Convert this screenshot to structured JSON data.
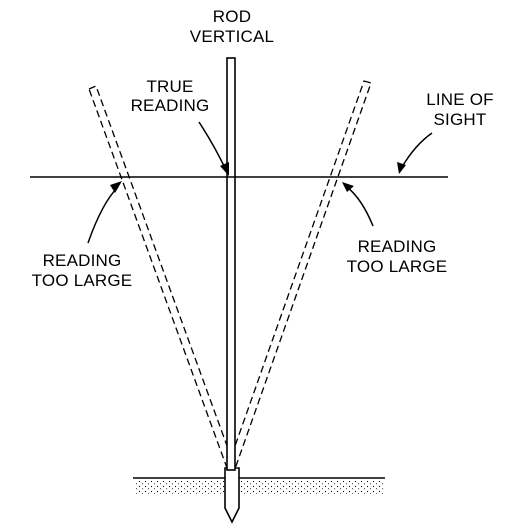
{
  "labels": {
    "rod_vertical": [
      "ROD",
      "VERTICAL"
    ],
    "true_reading": [
      "TRUE",
      "READING"
    ],
    "line_of_sight": [
      "LINE OF",
      "SIGHT"
    ],
    "reading_too_large_left": [
      "READING",
      "TOO LARGE"
    ],
    "reading_too_large_right": [
      "READING",
      "TOO LARGE"
    ]
  },
  "colors": {
    "ink": "#000000",
    "background": "#ffffff"
  }
}
